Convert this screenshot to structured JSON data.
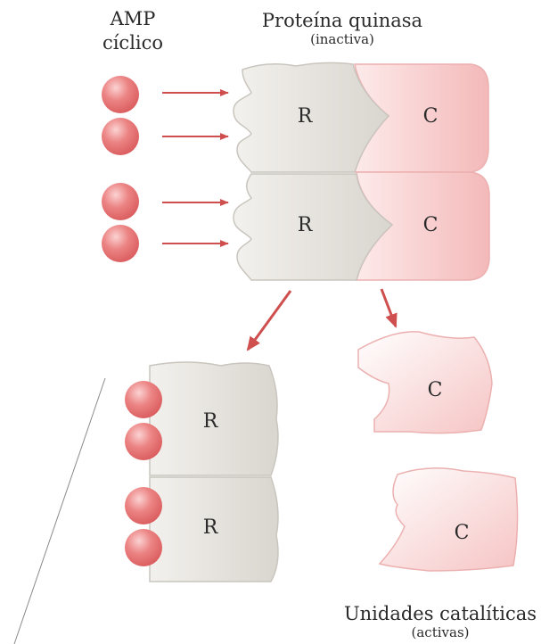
{
  "labels": {
    "amp_line1": "AMP",
    "amp_line2": "cíclico",
    "pk_title": "Proteína quinasa",
    "pk_state": "(inactiva)",
    "cat_title": "Unidades catalíticas",
    "cat_state": "(activas)"
  },
  "subunits": {
    "regulatory": "R",
    "catalytic": "C"
  },
  "colors": {
    "amp_sphere": "#e2686a",
    "arrow": "#cf4f4f",
    "regulatory_fill": "#e4e1dc",
    "regulatory_stroke": "#c9c5be",
    "catalytic_fill": "#f9cfcf",
    "catalytic_stroke": "#ecb0b0",
    "text": "#2a2a2a"
  }
}
